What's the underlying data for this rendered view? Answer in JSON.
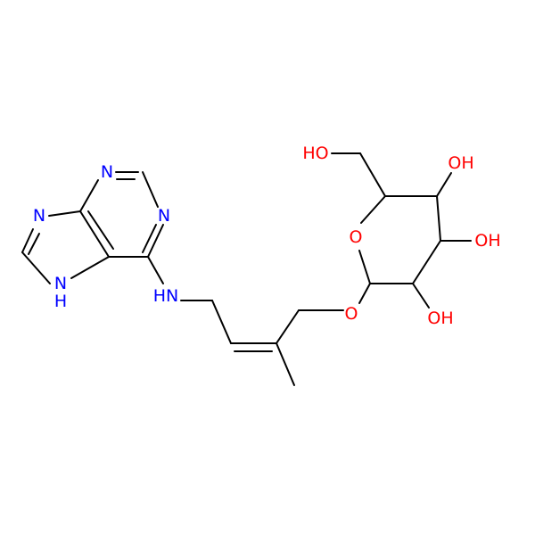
{
  "colors": {
    "bond": "#000000",
    "nitrogen": "#0000ff",
    "oxygen": "#ff0000",
    "background": "#ffffff"
  },
  "atoms": {
    "n_purine_1": "N",
    "n_purine_3": "N",
    "n_imidazole_7": "N",
    "nh_imidazole_9": "N",
    "nh_imidazole_9_h": "H",
    "nh_amine": "HN",
    "o_ring": "O",
    "o_ether": "O",
    "oh_hydroxymethyl": "HO",
    "oh_c4": "OH",
    "oh_c3": "OH",
    "oh_c2": "OH"
  }
}
